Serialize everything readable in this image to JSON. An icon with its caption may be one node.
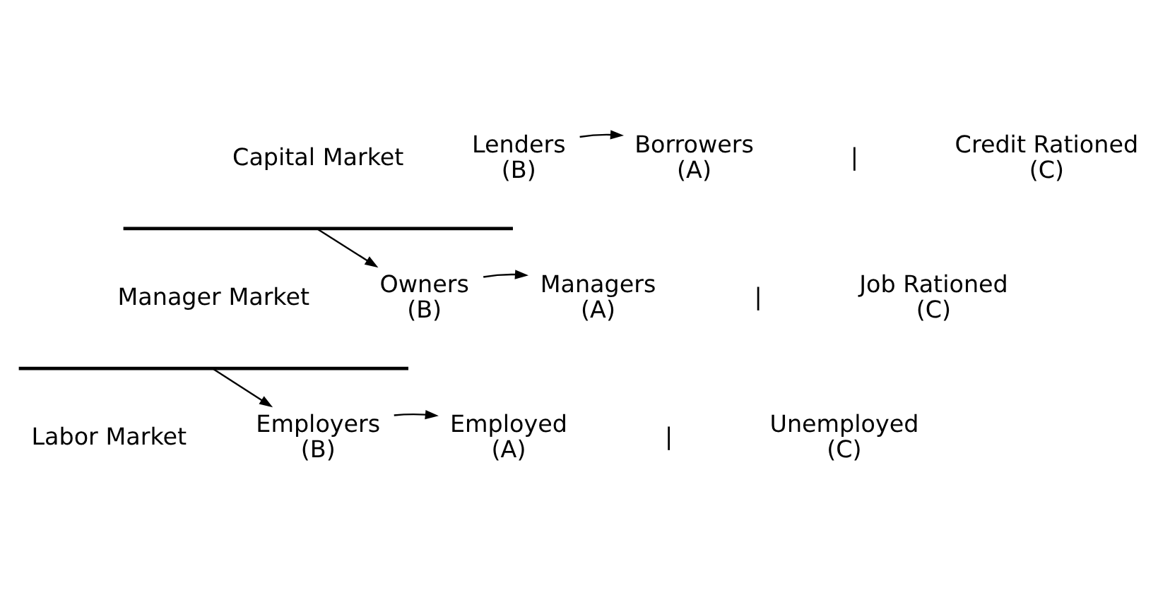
{
  "diagram": {
    "nodes": [
      {
        "text": [
          "Lenders"
        ],
        "beside": [
          "(B)"
        ]
      },
      {
        "text": [
          "Borrowers"
        ],
        "beside": [
          "(A)"
        ]
      },
      {
        "text": [
          "Credit Rationed"
        ],
        "beside": [
          "(C)"
        ]
      },
      {
        "text": [],
        "shape": "bar"
      },
      {
        "text": [
          "Owners"
        ],
        "beside": [
          "(B)"
        ]
      },
      {
        "text": [
          "Managers"
        ],
        "beside": [
          "(A)"
        ]
      },
      {
        "text": [
          "Job Rationed"
        ],
        "beside": [
          "(C)"
        ]
      },
      {
        "text": [],
        "shape": "bar"
      },
      {
        "text": [
          "Employers"
        ],
        "beside": [
          "(B)"
        ]
      },
      {
        "text": [
          "Employed"
        ],
        "beside": [
          "(A)"
        ]
      },
      {
        "text": [
          "Unemployed"
        ],
        "beside": [
          "(C)"
        ]
      }
    ],
    "edges": [
      {
        "from": 0,
        "to": 1,
        "arrow": "to"
      },
      {
        "from": 3,
        "to": 4,
        "arrow": "to"
      },
      {
        "from": 4,
        "to": 5,
        "arrow": "to"
      },
      {
        "from": 7,
        "to": 8,
        "arrow": "to"
      },
      {
        "from": 8,
        "to": 9,
        "arrow": "to"
      }
    ],
    "labels": [
      "Capital Market",
      "|",
      "Manager Market",
      "|",
      "Labor Market",
      "|"
    ]
  }
}
